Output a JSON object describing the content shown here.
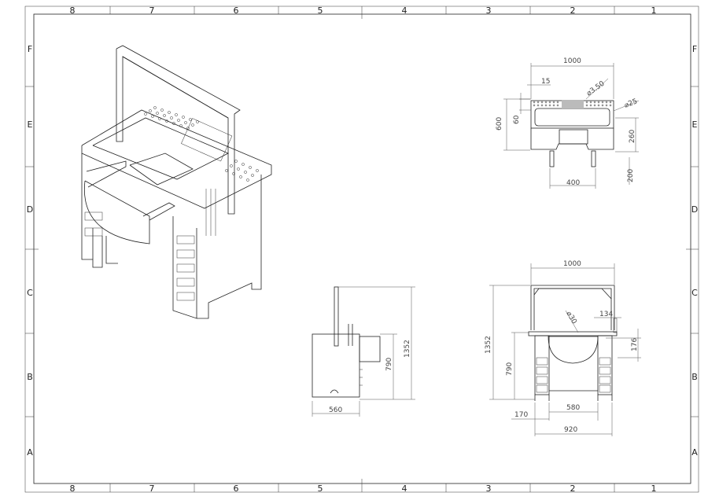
{
  "sheet": {
    "columns": [
      "8",
      "7",
      "6",
      "5",
      "4",
      "3",
      "2",
      "1"
    ],
    "rows": [
      "F",
      "E",
      "D",
      "C",
      "B",
      "A"
    ],
    "line_color": "#222222"
  },
  "top_view": {
    "dims": {
      "width": "1000",
      "offset": "15",
      "hole_small": "⌀3.50",
      "hole_large": "⌀25",
      "depth": "600",
      "edge": "60",
      "height_a": "260",
      "height_b": "200",
      "leg_span": "400"
    }
  },
  "side_view": {
    "dims": {
      "total_height": "1352",
      "table_height": "790",
      "depth": "560"
    }
  },
  "front_view": {
    "dims": {
      "width": "1000",
      "total_height": "1352",
      "table_height": "790",
      "arc": "⌀30",
      "offset": "134",
      "drawer": "176",
      "inner": "580",
      "margin": "170",
      "base": "920"
    }
  }
}
